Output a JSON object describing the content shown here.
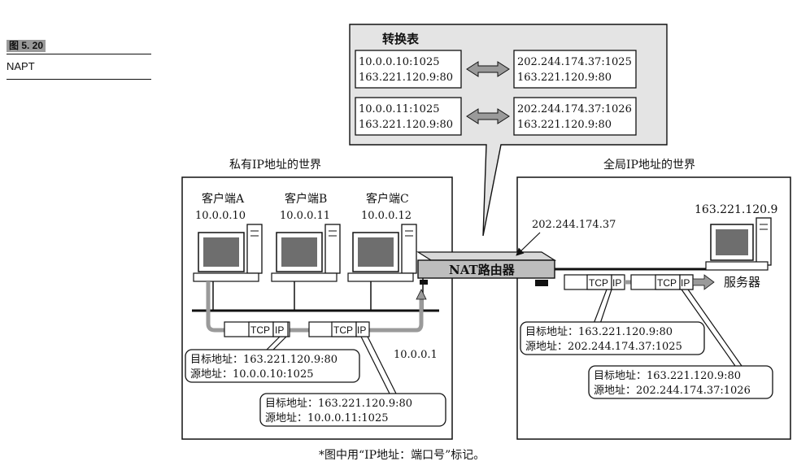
{
  "figure": {
    "number": "图 5. 20",
    "title": "NAPT"
  },
  "table": {
    "title": "转换表",
    "rows": [
      {
        "private_ip": "10.0.0.10:1025",
        "private_dst": "163.221.120.9:80",
        "global_ip": "202.244.174.37:1025",
        "global_dst": "163.221.120.9:80"
      },
      {
        "private_ip": "10.0.0.11:1025",
        "private_dst": "163.221.120.9:80",
        "global_ip": "202.244.174.37:1026",
        "global_dst": "163.221.120.9:80"
      }
    ]
  },
  "private_world": {
    "title": "私有IP地址的世界",
    "clients": [
      {
        "name": "客户端A",
        "ip": "10.0.0.10"
      },
      {
        "name": "客户端B",
        "ip": "10.0.0.11"
      },
      {
        "name": "客户端C",
        "ip": "10.0.0.12"
      }
    ],
    "router_inner_ip": "10.0.0.1",
    "packet_labels": {
      "tcp": "TCP",
      "ip": "IP"
    },
    "callouts": [
      {
        "dst": "目标地址：163.221.120.9:80",
        "src": "源地址：10.0.0.10:1025"
      },
      {
        "dst": "目标地址：163.221.120.9:80",
        "src": "源地址：10.0.0.11:1025"
      }
    ]
  },
  "global_world": {
    "title": "全局IP地址的世界",
    "router_outer_ip": "202.244.174.37",
    "server_ip": "163.221.120.9",
    "server_label": "服务器",
    "callouts": [
      {
        "dst": "目标地址：163.221.120.9:80",
        "src": "源地址：202.244.174.37:1025"
      },
      {
        "dst": "目标地址：163.221.120.9:80",
        "src": "源地址：202.244.174.37:1026"
      }
    ]
  },
  "router": {
    "label": "NAT路由器"
  },
  "footnote": "*图中用“IP地址：端口号”标记。",
  "colors": {
    "line": "#111111",
    "panel_fill": "#e4e4e4",
    "box_fill": "#ffffff",
    "router_fill": "#bdbdbd",
    "monitor_screen": "#6e6e6e",
    "arrow_fill": "#9a9a9a"
  }
}
